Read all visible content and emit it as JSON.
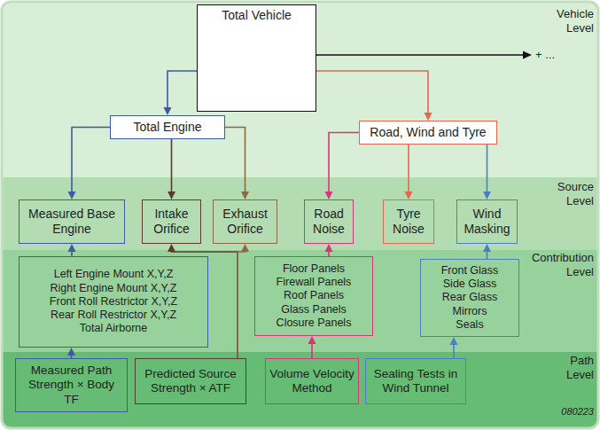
{
  "diagram": {
    "nodes": [
      {
        "text": [
          "Total Vehicle"
        ]
      },
      {
        "text": [
          "Total Engine"
        ]
      },
      {
        "text": [
          "Road, Wind and Tyre"
        ]
      },
      {
        "text": [
          "Measured Base Engine"
        ]
      },
      {
        "text": [
          "Intake Orifice"
        ]
      },
      {
        "text": [
          "Exhaust Orifice"
        ]
      },
      {
        "text": [
          "Road Noise"
        ]
      },
      {
        "text": [
          "Tyre Noise"
        ]
      },
      {
        "text": [
          "Wind Masking"
        ]
      },
      {
        "text": [
          "Left Engine Mount X,Y,Z",
          "Right Engine Mount X,Y,Z",
          "Front Roll Restrictor X,Y,Z",
          "Rear Roll Restrictor X,Y,Z",
          "Total Airborne"
        ]
      },
      {
        "text": [
          "Floor Panels",
          "Firewall Panels",
          "Roof Panels",
          "Glass Panels",
          "Closure Panels"
        ]
      },
      {
        "text": [
          "Front Glass",
          "Side Glass",
          "Rear Glass",
          "Mirrors",
          "Seals"
        ]
      },
      {
        "text": [
          "Measured Path Strength × Body TF"
        ]
      },
      {
        "text": [
          "Predicted Source Strength × ATF"
        ]
      },
      {
        "text": [
          "Volume Velocity Method"
        ]
      },
      {
        "text": [
          "Sealing Tests in Wind Tunnel"
        ]
      }
    ],
    "edges": [
      {
        "from": 0,
        "to": 1,
        "arrow": "to"
      },
      {
        "from": 0,
        "to": 2,
        "arrow": "to"
      },
      {
        "from": 1,
        "to": 3,
        "arrow": "to"
      },
      {
        "from": 1,
        "to": 4,
        "arrow": "to"
      },
      {
        "from": 1,
        "to": 5,
        "arrow": "to"
      },
      {
        "from": 2,
        "to": 6,
        "arrow": "to"
      },
      {
        "from": 2,
        "to": 7,
        "arrow": "to"
      },
      {
        "from": 2,
        "to": 8,
        "arrow": "to"
      },
      {
        "from": 9,
        "to": 3,
        "arrow": "to"
      },
      {
        "from": 12,
        "to": 9,
        "arrow": "to"
      },
      {
        "from": 13,
        "to": 4,
        "arrow": "to"
      },
      {
        "from": 13,
        "to": 5,
        "arrow": "to"
      },
      {
        "from": 14,
        "to": 10,
        "arrow": "to"
      },
      {
        "from": 10,
        "to": 6,
        "arrow": "to"
      },
      {
        "from": 15,
        "to": 11,
        "arrow": "to"
      },
      {
        "from": 11,
        "to": 8,
        "arrow": "to"
      }
    ],
    "labels": [
      "Vehicle Level",
      "+ ...",
      "Source Level",
      "Contribution Level",
      "Path Level",
      "080223"
    ]
  }
}
